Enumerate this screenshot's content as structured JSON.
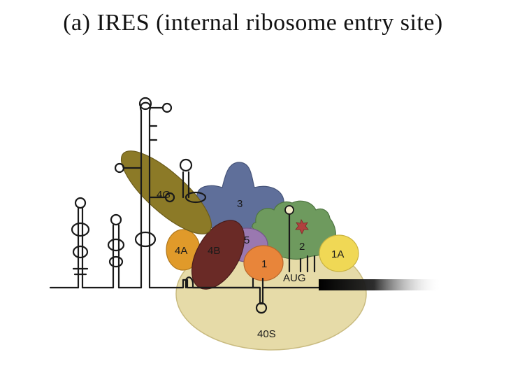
{
  "title": "(a) IRES (internal ribosome entry site)",
  "labels": {
    "eif4g": "4G",
    "eif3": "3",
    "eif4a": "4A",
    "eif4b": "4B",
    "eif5": "5",
    "eif1": "1",
    "eif2": "2",
    "eif1a": "1A",
    "start_codon": "AUG",
    "ribosome": "40S"
  },
  "colors": {
    "ribosome_40s": "#e6dba8",
    "eif4g": "#8c7a27",
    "eif3": "#5f6f9a",
    "eif4a": "#e09a2a",
    "eif4b": "#6a2a26",
    "eif5": "#9a78b0",
    "eif1": "#e8853a",
    "eif2": "#6e9a5e",
    "eif1a": "#f0d855",
    "met_trna_star": "#b0413e",
    "rna_line": "#1a1a1a"
  }
}
